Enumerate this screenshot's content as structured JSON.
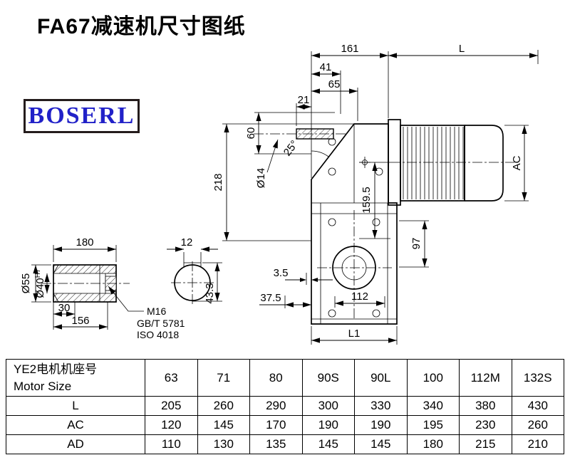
{
  "page": {
    "title": "FA67减速机尺寸图纸"
  },
  "logo": {
    "text": "BOSERL"
  },
  "main_view": {
    "dim_161": "161",
    "dim_L": "L",
    "dim_41": "41",
    "dim_65": "65",
    "dim_21": "21",
    "dim_60": "60",
    "dim_218": "218",
    "dim_dia14": "Ø14",
    "dim_angle": "25°",
    "dim_AC": "AC",
    "dim_159_5": "159.5",
    "dim_97": "97",
    "dim_3_5": "3.5",
    "dim_37_5": "37.5",
    "dim_112": "112",
    "dim_L1": "L1"
  },
  "shaft_view": {
    "dim_180": "180",
    "dim_dia55": "Ø55",
    "dim_dia40": "Ø40",
    "dim_dia40_tol": "H7",
    "dim_30": "30",
    "dim_156": "156",
    "dim_12": "12",
    "dim_43_3": "43.3",
    "note_m16": "M16",
    "note_gb": "GB/T 5781",
    "note_iso": "ISO 4018"
  },
  "table": {
    "header": {
      "line1": "YE2电机机座号",
      "line2": "Motor Size"
    },
    "sizes": [
      "63",
      "71",
      "80",
      "90S",
      "90L",
      "100",
      "112M",
      "132S"
    ],
    "rows": [
      {
        "label": "L",
        "values": [
          "205",
          "260",
          "290",
          "300",
          "330",
          "340",
          "380",
          "430"
        ]
      },
      {
        "label": "AC",
        "values": [
          "120",
          "145",
          "170",
          "190",
          "190",
          "195",
          "230",
          "260"
        ]
      },
      {
        "label": "AD",
        "values": [
          "110",
          "130",
          "135",
          "145",
          "145",
          "180",
          "215",
          "210"
        ]
      }
    ]
  }
}
